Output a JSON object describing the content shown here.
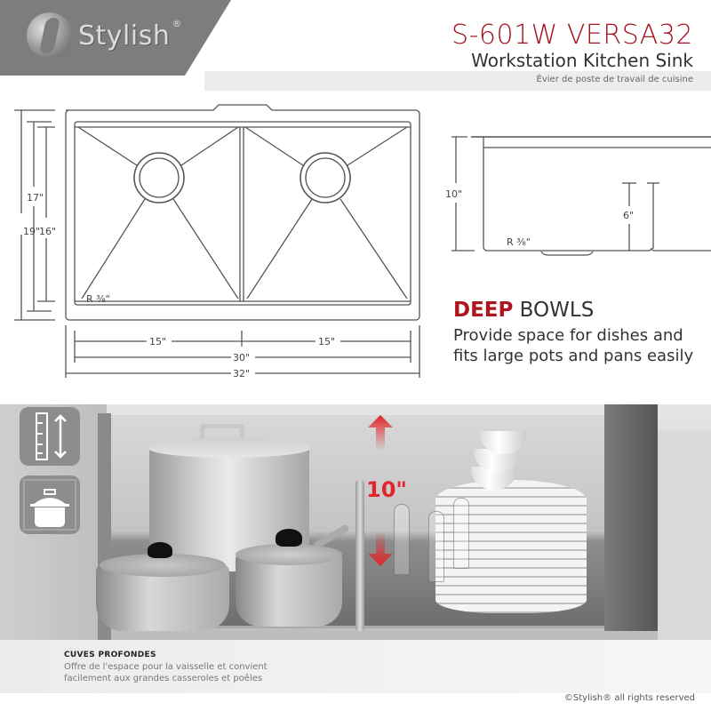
{
  "brand": {
    "logo_text": "Stylish",
    "registered": "®"
  },
  "header": {
    "model": "S-601W VERSA32",
    "product_name": "Workstation Kitchen Sink",
    "product_name_fr": "Évier de poste de travail de cuisine"
  },
  "top_view": {
    "height_outer": "19\"",
    "height_mid": "17\"",
    "height_inner": "16\"",
    "corner_radius": "R 3/8\"",
    "bowl_left_width": "15\"",
    "bowl_right_width": "15\"",
    "inner_width": "30\"",
    "outer_width": "32\""
  },
  "side_view": {
    "depth": "10\"",
    "ledge_depth": "6\"",
    "corner_radius": "R 3/8\""
  },
  "feature": {
    "title_bold": "DEEP",
    "title_rest": " BOWLS",
    "description_line1": "Provide space for dishes and",
    "description_line2": "fits large pots and pans easily"
  },
  "photo": {
    "depth_label": "10\"",
    "icons": [
      "ruler-height-icon",
      "cooking-pot-icon"
    ],
    "accent_color": "#e0262c"
  },
  "caption": {
    "title": "CUVES PROFONDES",
    "line1": "Offre de l'espace pour la vaisselle et convient",
    "line2": "facilement aux grandes casseroles et poêles"
  },
  "footer": {
    "copyright": "©Stylish® all rights reserved"
  },
  "colors": {
    "brand_red": "#a3141e",
    "text_dark": "#333333",
    "logo_band": "#7d7d7d"
  }
}
